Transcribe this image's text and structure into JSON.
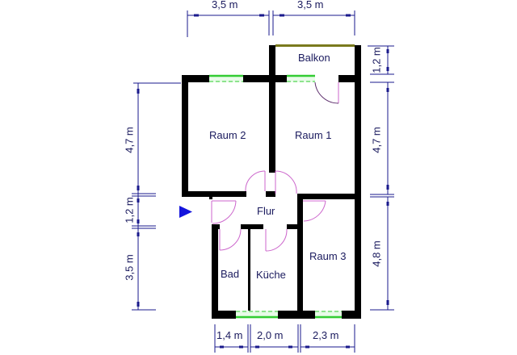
{
  "colors": {
    "wall": "#000000",
    "dimension": "#1a1a8c",
    "window": "#33cc33",
    "door": "#cc66cc",
    "balcony_rail": "#7a7a1e",
    "entrance_marker": "#1414dc"
  },
  "rooms": [
    {
      "id": "balkon",
      "label": "Balkon"
    },
    {
      "id": "raum2",
      "label": "Raum 2"
    },
    {
      "id": "raum1",
      "label": "Raum 1"
    },
    {
      "id": "flur",
      "label": "Flur"
    },
    {
      "id": "raum3",
      "label": "Raum 3"
    },
    {
      "id": "bad",
      "label": "Bad"
    },
    {
      "id": "kueche",
      "label": "Küche"
    }
  ],
  "dimensions": {
    "top": [
      "3,5 m",
      "3,5 m"
    ],
    "left": [
      "4,7 m",
      "1,2 m",
      "3,5 m"
    ],
    "right": [
      "1,2 m",
      "4,7 m",
      "4,8 m"
    ],
    "bottom": [
      "1,4 m",
      "2,0 m",
      "2,3 m"
    ]
  },
  "entrance": {
    "icon": "entrance-arrow-icon"
  }
}
